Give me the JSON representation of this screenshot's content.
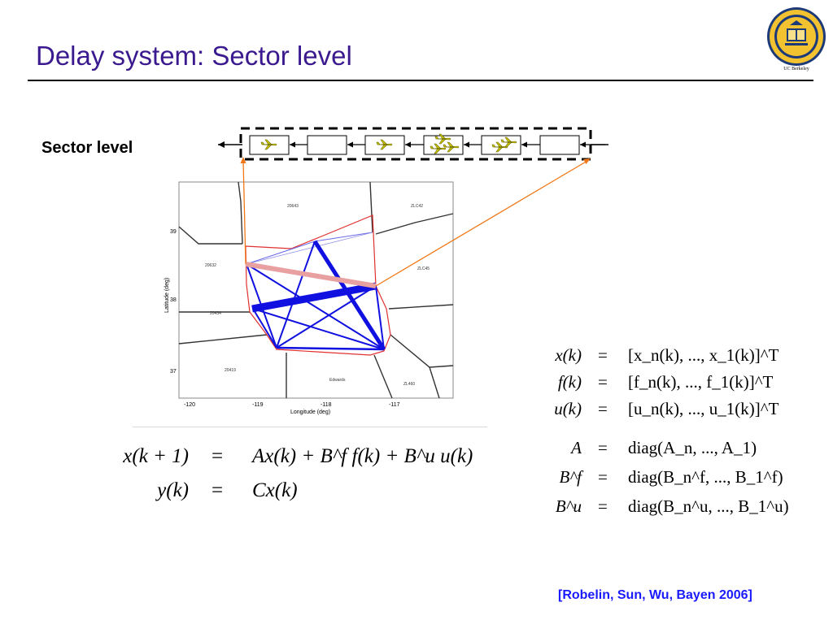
{
  "slide": {
    "title": "Delay system: Sector level",
    "logo_caption": "UC Berkeley",
    "sector_label": "Sector level",
    "citation": "[Robelin, Sun, Wu, Bayen 2006]"
  },
  "chart": {
    "xlabel": "Longitude (deg)",
    "ylabel": "Latitude (deg)",
    "xticks": [
      "-120",
      "-119",
      "-118",
      "-117"
    ],
    "yticks": [
      "39",
      "38",
      "37"
    ],
    "region_labels": [
      "20643",
      "ZLC42",
      "20632",
      "ZLC45",
      "20434",
      "20419",
      "Edwards",
      "ZL460"
    ]
  },
  "equations_left": [
    {
      "lhs": "x(k + 1)",
      "eq": "=",
      "rhs": "Ax(k) + B^f f(k) + B^u u(k)"
    },
    {
      "lhs": "y(k)",
      "eq": "=",
      "rhs": "Cx(k)"
    }
  ],
  "equations_right": [
    {
      "lhs": "x(k)",
      "eq": "=",
      "rhs": "[x_n(k), ..., x_1(k)]^T"
    },
    {
      "lhs": "f(k)",
      "eq": "=",
      "rhs": "[f_n(k), ..., f_1(k)]^T"
    },
    {
      "lhs": "u(k)",
      "eq": "=",
      "rhs": "[u_n(k), ..., u_1(k)]^T"
    },
    {
      "lhs": "A",
      "eq": "=",
      "rhs": "diag(A_n, ..., A_1)"
    },
    {
      "lhs": "B^f",
      "eq": "=",
      "rhs": "diag(B_n^f, ..., B_1^f)"
    },
    {
      "lhs": "B^u",
      "eq": "=",
      "rhs": "diag(B_n^u, ..., B_1^u)"
    }
  ],
  "colors": {
    "title": "#3b1a8f",
    "citation": "#1a1aff",
    "flow_edges": "#1010e0",
    "sector_boundary": "#e03030",
    "highlight_edge": "#e8a0a0",
    "callout_arrow": "#f07818",
    "aircraft": "#c8c400"
  },
  "icons": [
    "aircraft-icon",
    "university-seal-icon"
  ]
}
